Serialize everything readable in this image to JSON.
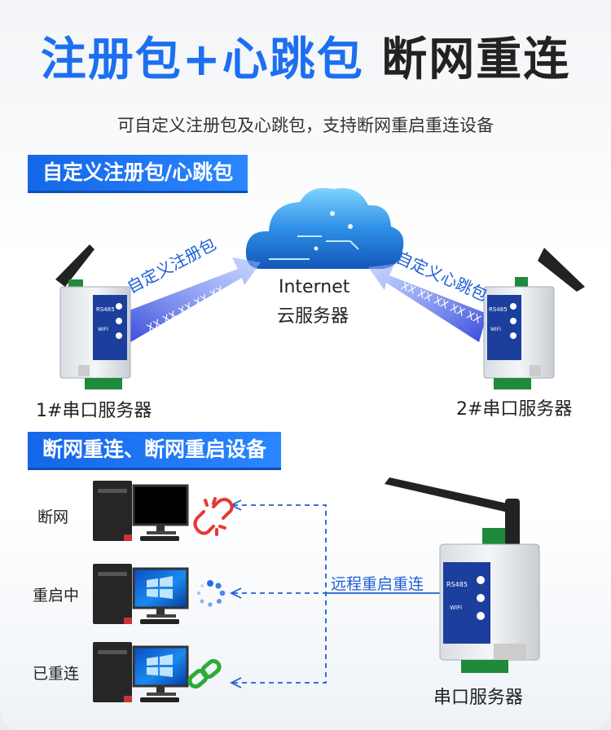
{
  "header": {
    "title_blue": "注册包+心跳包",
    "title_dark": "断网重连",
    "subtitle": "可自定义注册包及心跳包，支持断网重启重连设备"
  },
  "section1": {
    "label": "自定义注册包/心跳包",
    "cloud_line1": "Internet",
    "cloud_line2": "云服务器",
    "left_arrow_label": "自定义注册包",
    "left_arrow_data": "XX XX XX XX XX",
    "right_arrow_label": "自定义心跳包",
    "right_arrow_data": "XX XX XX XX XX",
    "device1_label": "1#串口服务器",
    "device2_label": "2#串口服务器"
  },
  "section2": {
    "label": "断网重连、断网重启设备",
    "states": [
      {
        "label": "断网",
        "icon": "broken-link-icon",
        "color": "#e53935"
      },
      {
        "label": "重启中",
        "icon": "loading-spinner-icon",
        "color": "#1e6fe8"
      },
      {
        "label": "已重连",
        "icon": "chain-link-icon",
        "color": "#2eaa3a"
      }
    ],
    "remote_label": "远程重启重连",
    "device_label": "串口服务器"
  },
  "device_text": {
    "rs485": "RS485",
    "wifi": "WIFI"
  },
  "colors": {
    "accent": "#1c6ff0",
    "dark_text": "#222222",
    "dashed_line": "#1e5fd8"
  }
}
